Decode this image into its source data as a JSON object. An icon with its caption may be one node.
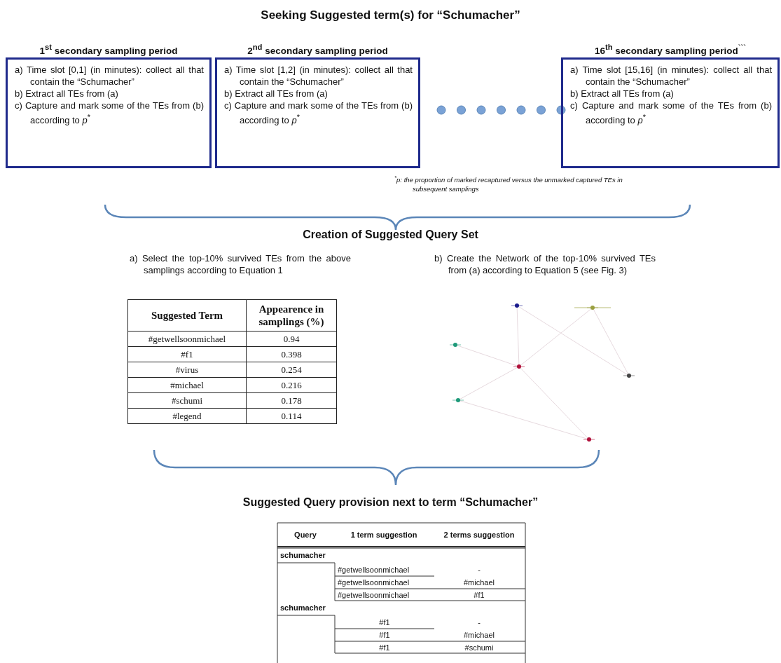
{
  "diagram": {
    "title": "Seeking Suggested term(s) for “Schumacher”",
    "nodes": [
      {
        "text": [
          "1$^{st}$ secondary sampling period",
          "a) Time slot [0,1] (in minutes): collect all that contain the “Schumacher”",
          "b) Extract all TEs from (a)",
          "c) Capture and mark some of the TEs from (b) according to *p*$^{*}$"
        ]
      },
      {
        "text": [
          "2$^{nd}$ secondary sampling period",
          "a) Time slot [1,2] (in minutes): collect all that contain the “Schumacher”",
          "b) Extract all TEs from (a)",
          "c) Capture and mark some of the TEs from (b) according to *p*$^{*}$"
        ]
      },
      {
        "text": [
          "16$^{th}$ secondary sampling period$^{```}$",
          "a) Time slot [15,16] (in minutes): collect all that contain the “Schumacher”",
          "b) Extract all TEs from (a)",
          "c) Capture and mark some of the TEs from (b) according to *p*$^{*}$"
        ]
      }
    ],
    "edges": [],
    "labels": [
      "$^{*}$p:  the proportion of marked recaptured versus the unmarked captured TEs in subsequent samplings",
      "Creation of Suggested Query Set",
      "a) Select the top-10% survived TEs from the above samplings according to Equation 1",
      "b) Create the Network of the top-10% survived TEs from (a) according to Equation 5 (see Fig. 3)",
      "Suggested Term",
      "Appearence in samplings (%)",
      "#getwellsoonmichael",
      "0.94",
      "#f1",
      "0.398",
      "#virus",
      "0.254",
      "#michael",
      "0.216",
      "#schumi",
      "0.178",
      "#legend",
      "0.114",
      "Suggested Query provision next to term “Schumacher”",
      "Query",
      "1 term suggestion",
      "2 terms suggestion",
      "schumacher",
      "#getwellsoonmichael",
      "-",
      "#getwellsoonmichael",
      "#michael",
      "#getwellsoonmichael",
      "#f1",
      "schumacher",
      "#f1",
      "-",
      "#f1",
      "#michael",
      "#f1",
      "#schumi"
    ]
  }
}
